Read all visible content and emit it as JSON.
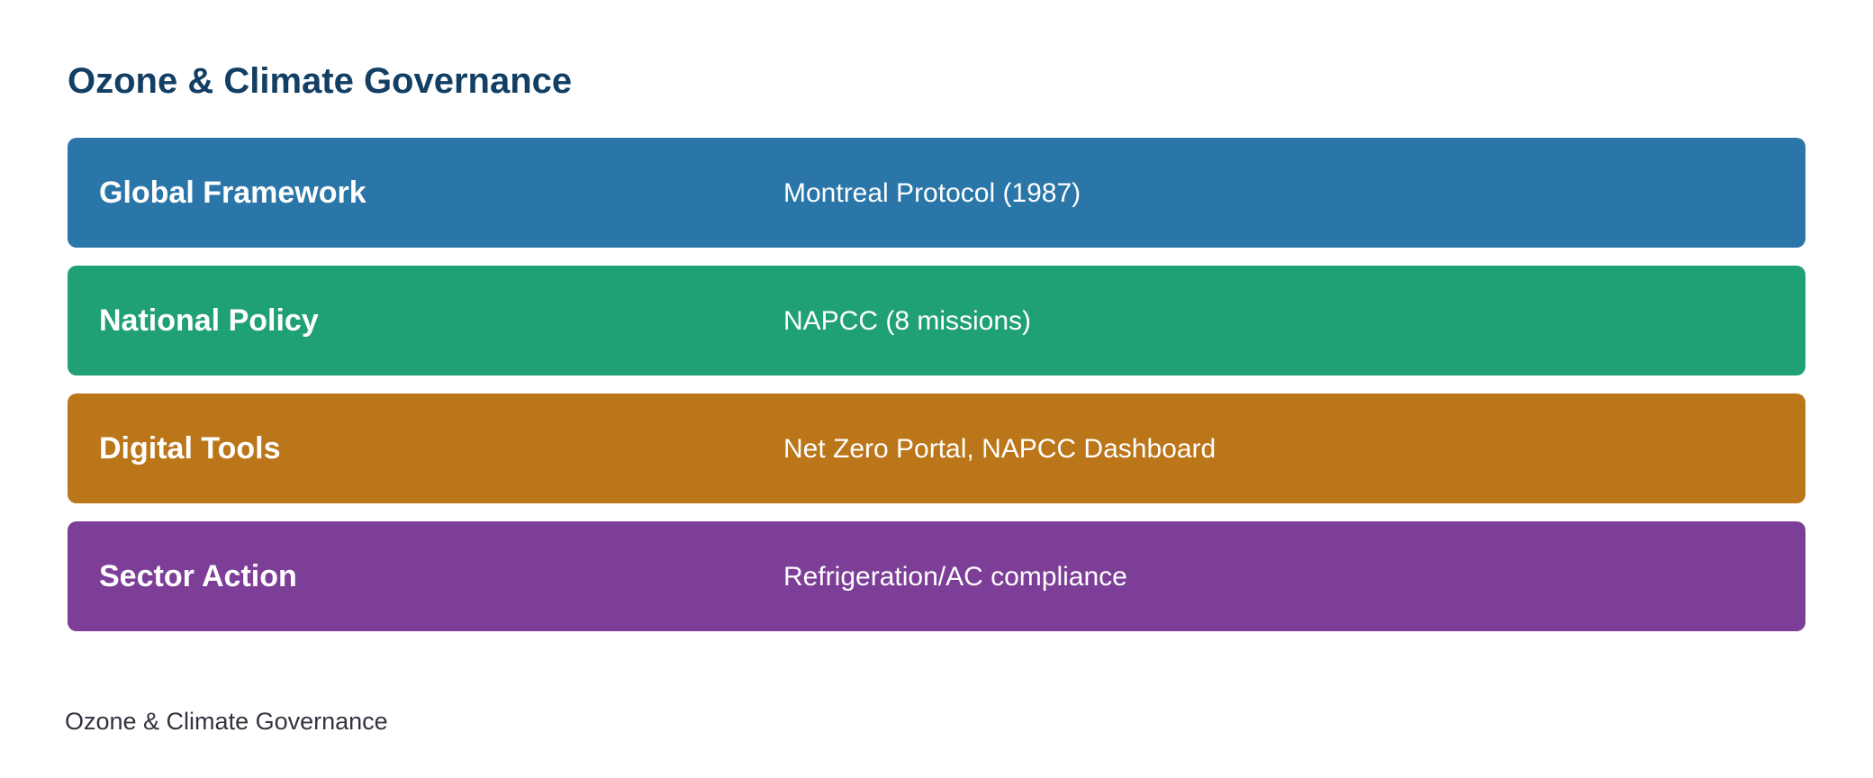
{
  "title": "Ozone & Climate Governance",
  "rows": [
    {
      "label": "Global Framework",
      "value": "Montreal Protocol (1987)",
      "color": "#2a76a8"
    },
    {
      "label": "National Policy",
      "value": "NAPCC (8 missions)",
      "color": "#20a075"
    },
    {
      "label": "Digital Tools",
      "value": "Net Zero Portal, NAPCC Dashboard",
      "color": "#bb7619"
    },
    {
      "label": "Sector Action",
      "value": "Refrigeration/AC compliance",
      "color": "#7d3e98"
    }
  ],
  "footer": "Ozone & Climate Governance"
}
